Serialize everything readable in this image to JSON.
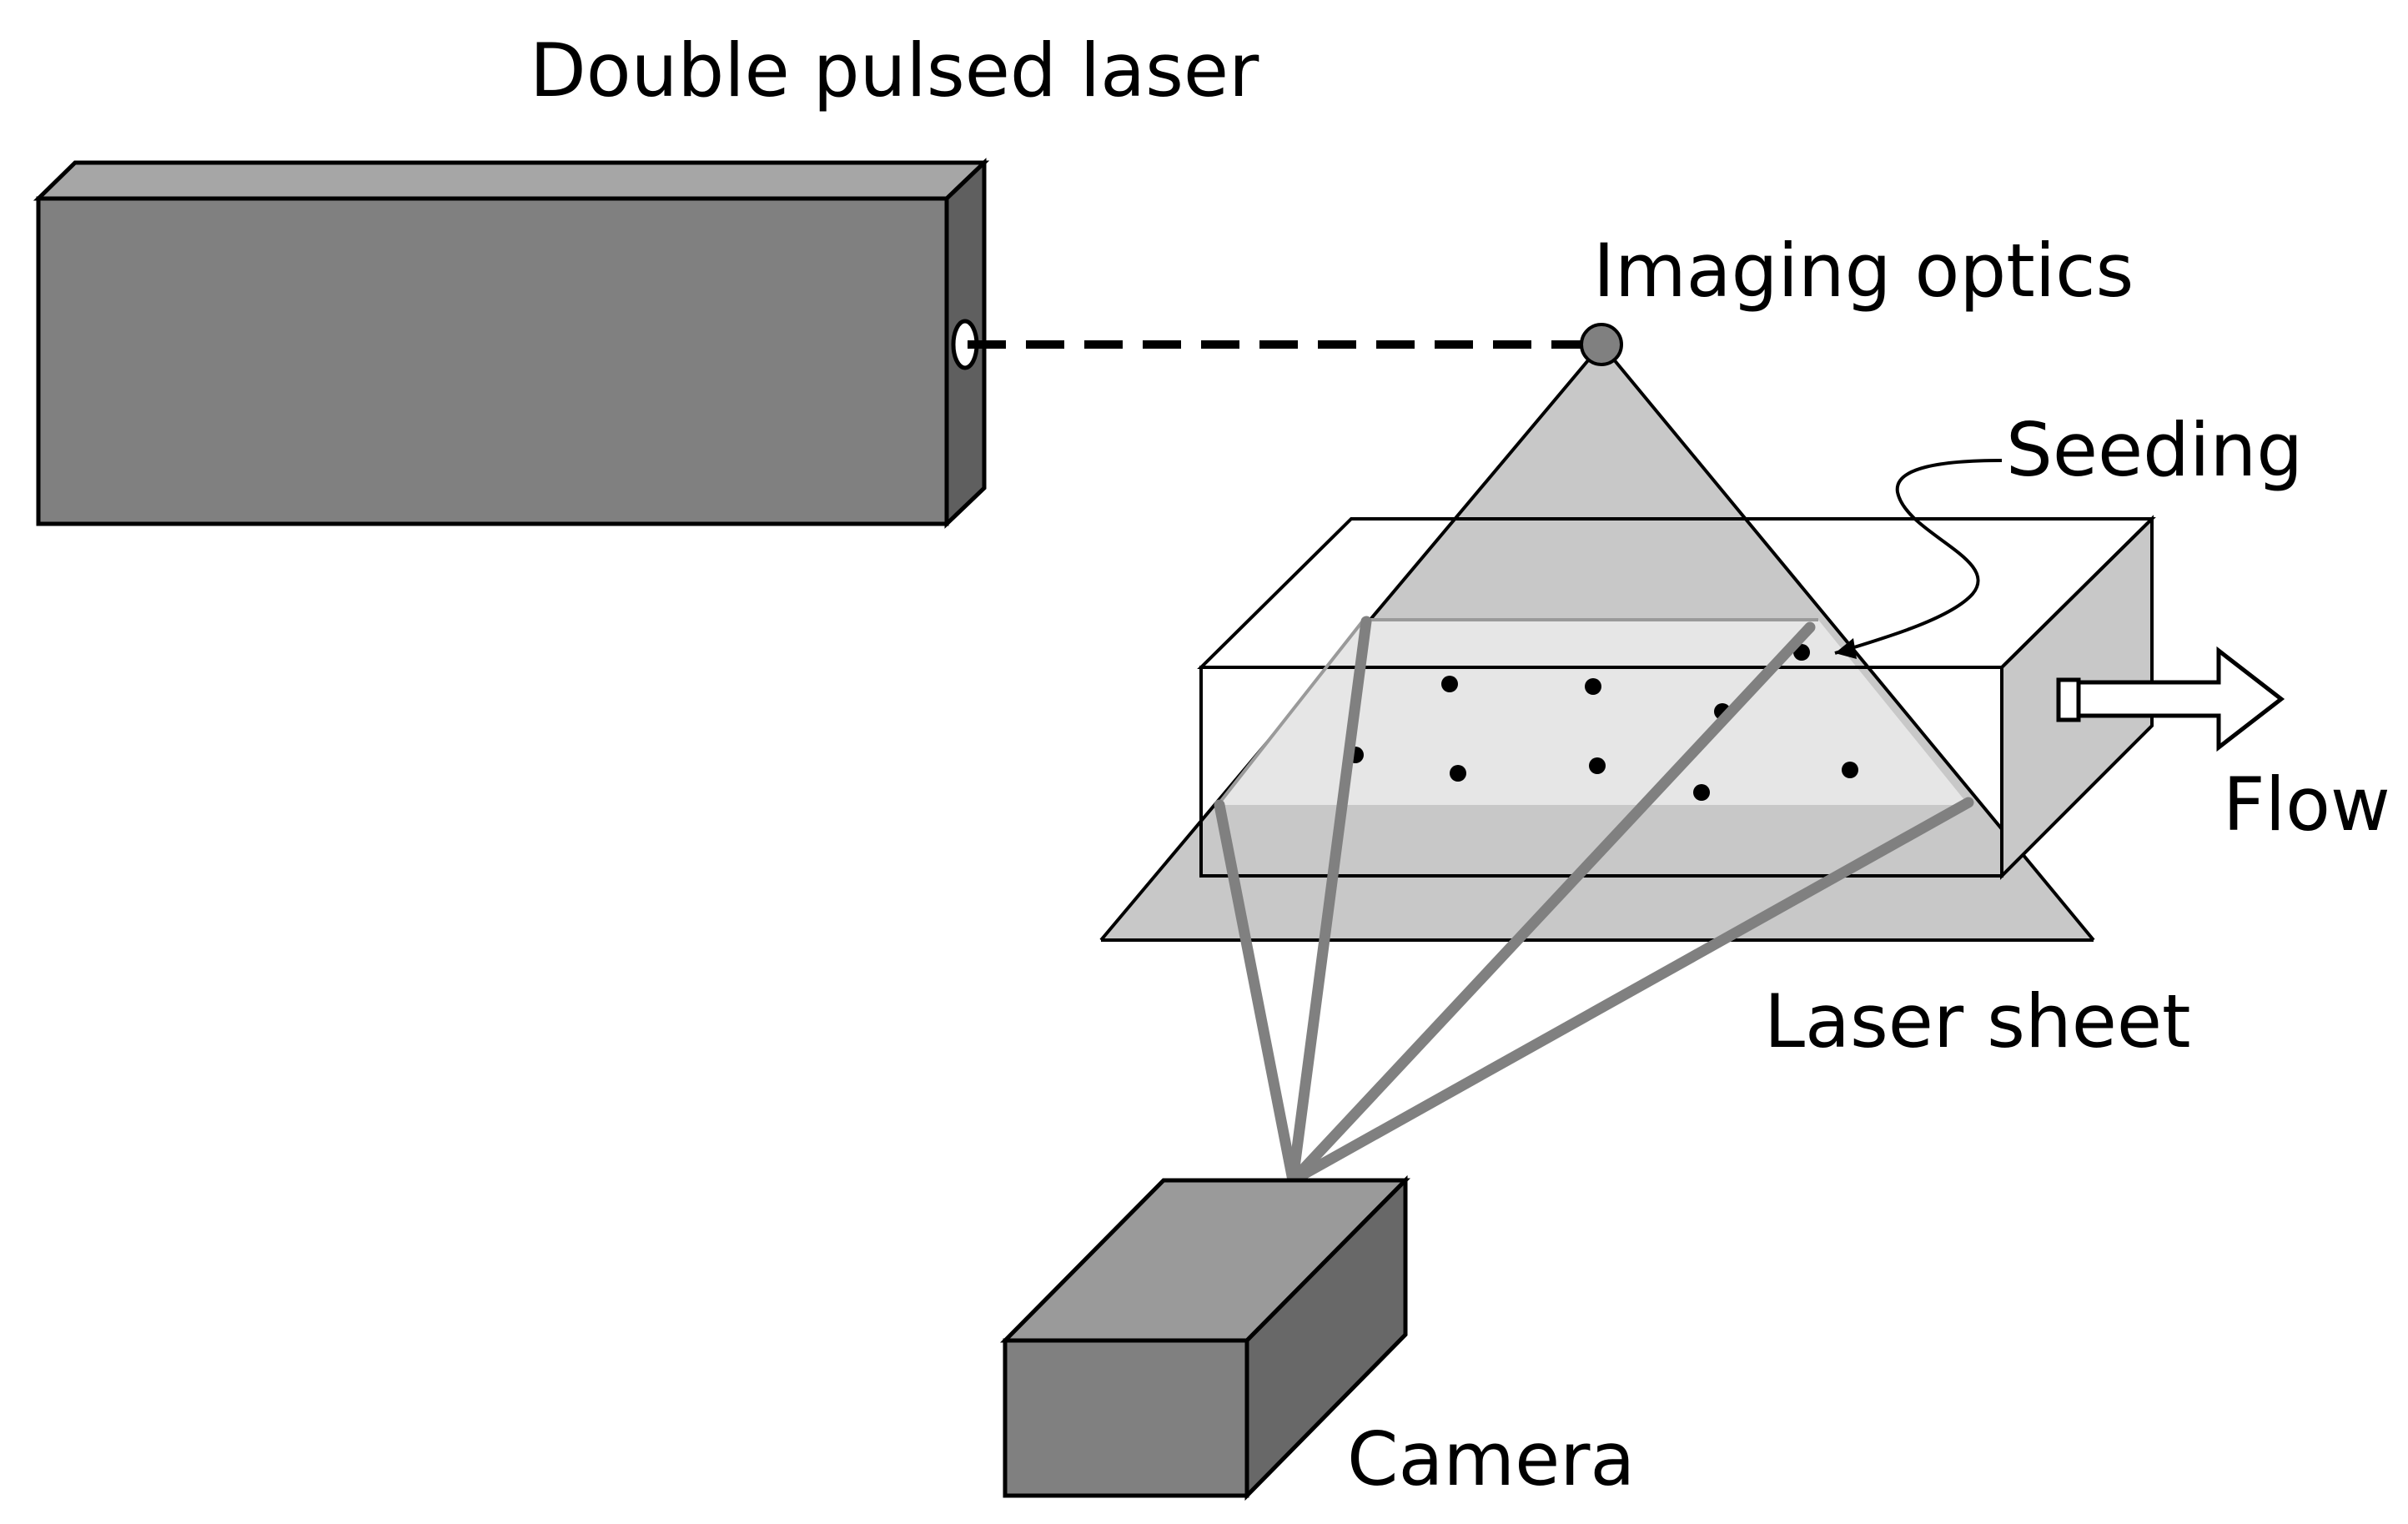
{
  "labels": {
    "laser": "Double pulsed laser",
    "optics": "Imaging optics",
    "seeding": "Seeding",
    "flow": "Flow",
    "laser_sheet": "Laser sheet",
    "camera": "Camera"
  },
  "colors": {
    "laser_front": "#808080",
    "laser_top": "#a6a6a6",
    "laser_side": "#5f5f5f",
    "light_cone": "#c8c8c8",
    "sheet_band": "#e6e6e6",
    "rays": "#808080",
    "camera_front": "#808080",
    "camera_top": "#9a9a9a",
    "camera_side": "#686868",
    "outline": "#000000",
    "particles": "#000000"
  }
}
